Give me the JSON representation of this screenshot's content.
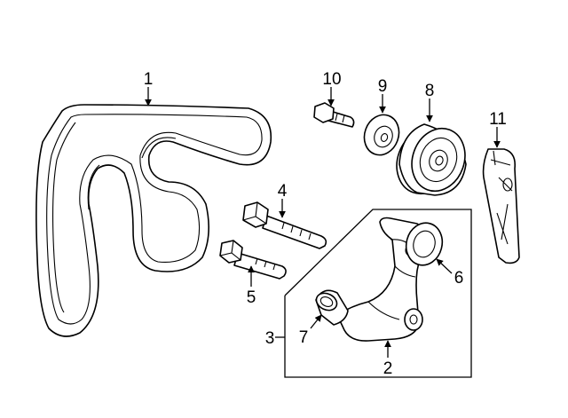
{
  "diagram": {
    "callouts": [
      {
        "id": "belt",
        "number": "1"
      },
      {
        "id": "bracket",
        "number": "2"
      },
      {
        "id": "tensioner-assembly",
        "number": "3"
      },
      {
        "id": "long-bolt",
        "number": "4"
      },
      {
        "id": "short-bolt",
        "number": "5"
      },
      {
        "id": "tensioner-pulley",
        "number": "6"
      },
      {
        "id": "sleeve",
        "number": "7"
      },
      {
        "id": "idler-pulley",
        "number": "8"
      },
      {
        "id": "washer",
        "number": "9"
      },
      {
        "id": "pulley-bolt",
        "number": "10"
      },
      {
        "id": "bracket-11",
        "number": "11"
      }
    ],
    "colors": {
      "line": "#000000",
      "background": "#ffffff"
    }
  }
}
